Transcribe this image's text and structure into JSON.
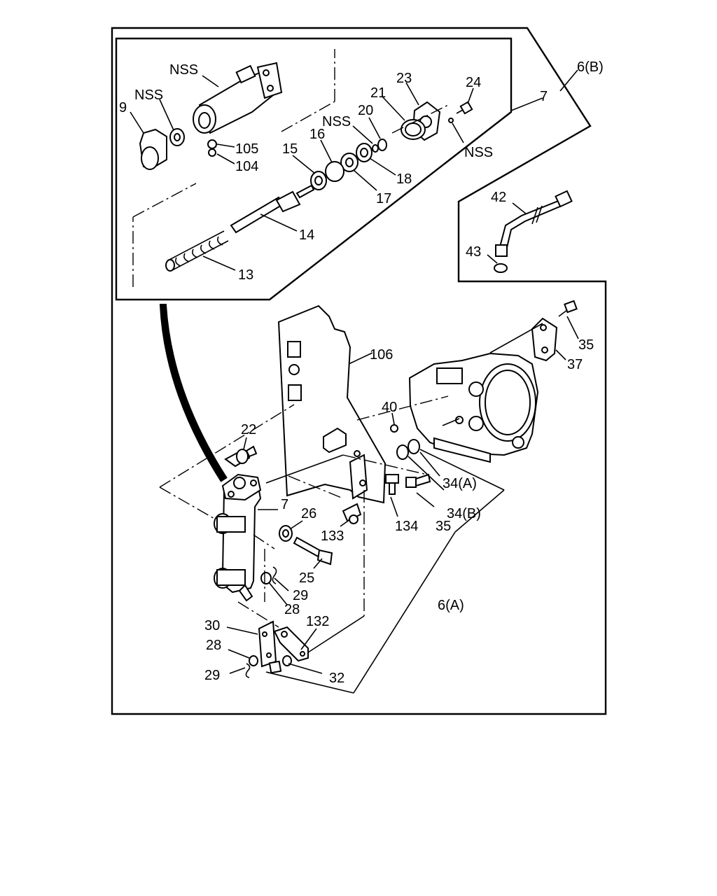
{
  "diagram": {
    "labels": {
      "l_6b": "6(B)",
      "l_7_top": "7",
      "l_nss_cyl": "NSS",
      "l_nss_ring": "NSS",
      "l_9": "9",
      "l_105": "105",
      "l_104": "104",
      "l_23": "23",
      "l_24": "24",
      "l_21": "21",
      "l_20": "20",
      "l_nss_mid": "NSS",
      "l_nss_right": "NSS",
      "l_16": "16",
      "l_15": "15",
      "l_18": "18",
      "l_17": "17",
      "l_14": "14",
      "l_13": "13",
      "l_42": "42",
      "l_43": "43",
      "l_106": "106",
      "l_35_top": "35",
      "l_37": "37",
      "l_40": "40",
      "l_22": "22",
      "l_34a": "34(A)",
      "l_34b": "34(B)",
      "l_35_mid": "35",
      "l_7_mid": "7",
      "l_26": "26",
      "l_133": "133",
      "l_134": "134",
      "l_25": "25",
      "l_29_mid": "29",
      "l_28_mid": "28",
      "l_6a": "6(A)",
      "l_30": "30",
      "l_132": "132",
      "l_28_low": "28",
      "l_29_low": "29",
      "l_32": "32"
    }
  }
}
